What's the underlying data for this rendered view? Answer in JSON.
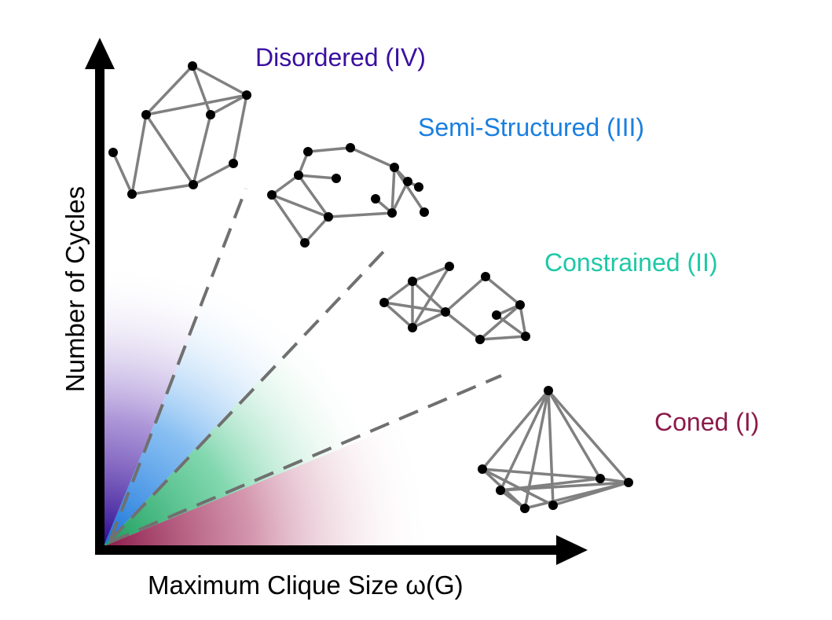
{
  "axes": {
    "x_label": "Maximum Clique Size ω(G)",
    "y_label": "Number of Cycles"
  },
  "regions": [
    {
      "id": "coned",
      "label": "Coned (I)",
      "color": "#8b1a4a",
      "fade_color": "#a0285a"
    },
    {
      "id": "constrained",
      "label": "Constrained (II)",
      "color": "#1ec8a6",
      "fade_color": "#2fb36a"
    },
    {
      "id": "semi",
      "label": "Semi-Structured (III)",
      "color": "#1a7fe0",
      "fade_color": "#2a8ae6"
    },
    {
      "id": "disordered",
      "label": "Disordered (IV)",
      "color": "#3a0fa0",
      "fade_color": "#5a2aa8"
    }
  ],
  "style": {
    "edge_color": "#808080",
    "node_color": "#000000",
    "divider_color": "#707070"
  }
}
